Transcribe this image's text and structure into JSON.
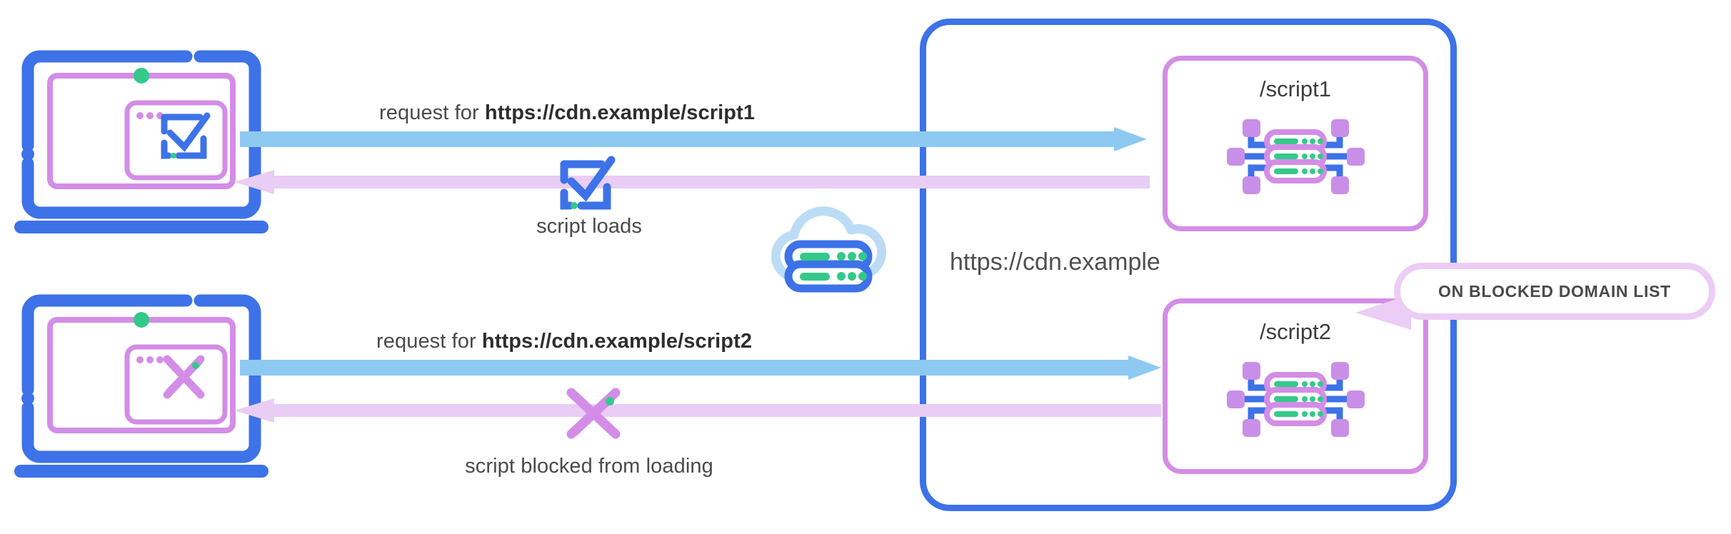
{
  "diagram": {
    "title": "CDN script blocking diagram",
    "colors": {
      "blue": "#3d72e8",
      "light_blue_arrow": "#8ec9f2",
      "purple": "#d38de6",
      "light_purple_arrow": "#e9cdf5",
      "green": "#34c98a",
      "text": "#4a4a4a",
      "cloud": "#bcdcf5"
    }
  },
  "rows": [
    {
      "id": "allowed",
      "request_prefix": "request for ",
      "request_url": "https://cdn.example/script1",
      "result_label": "script loads",
      "result_icon": "checkbox-check-icon",
      "client_icon": "laptop-with-check-icon",
      "script_name": "/script1",
      "server_icon": "server-rack-icon"
    },
    {
      "id": "blocked",
      "request_prefix": "request for ",
      "request_url": "https://cdn.example/script2",
      "result_label": "script blocked from loading",
      "result_icon": "cross-x-icon",
      "client_icon": "laptop-with-x-icon",
      "script_name": "/script2",
      "server_icon": "server-rack-icon"
    }
  ],
  "cdn": {
    "label": "https://cdn.example",
    "cloud_icon": "cloud-server-icon"
  },
  "callout": {
    "text": "ON BLOCKED DOMAIN LIST"
  }
}
